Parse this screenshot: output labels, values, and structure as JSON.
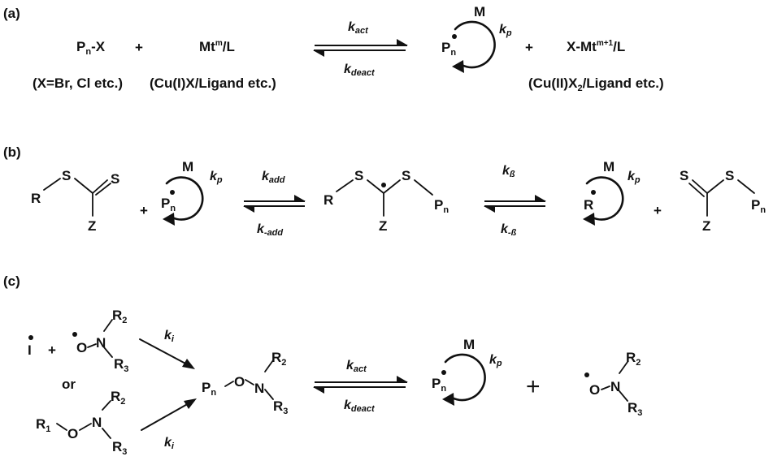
{
  "panel_a": {
    "label": "(a)",
    "reactant": "P",
    "reactant_sub": "n",
    "reactant_tail": "-X",
    "reactant_note": "(X=Br, Cl etc.)",
    "plus1": "+",
    "catalyst": "Mt",
    "catalyst_sup": "m",
    "catalyst_tail": "/L",
    "catalyst_note": "(Cu(I)X/Ligand etc.)",
    "k_forward": "k",
    "k_forward_sub": "act",
    "k_backward": "k",
    "k_backward_sub": "deact",
    "monomer": "M",
    "radical": "P",
    "radical_sub": "n",
    "kp": "k",
    "kp_sub": "p",
    "plus2": "+",
    "deactivator_head": "X-Mt",
    "deactivator_sup": "m+1",
    "deactivator_tail": "/L",
    "deactivator_note_head": "(Cu(II)X",
    "deactivator_note_sub": "2",
    "deactivator_note_tail": "/Ligand etc.)"
  },
  "panel_b": {
    "label": "(b)",
    "cta_r": "R",
    "cta_s1": "S",
    "cta_s2": "S",
    "cta_z": "Z",
    "plus1": "+",
    "monomer1": "M",
    "radical1": "P",
    "radical1_sub": "n",
    "kp1": "k",
    "kp1_sub": "p",
    "k_add": "k",
    "k_add_sub": "add",
    "k_minus_add": "k",
    "k_minus_add_sub": "-add",
    "int_r": "R",
    "int_s1": "S",
    "int_s2": "S",
    "int_z": "Z",
    "int_p": "P",
    "int_p_sub": "n",
    "k_beta": "k",
    "k_beta_sub": "ß",
    "k_minus_beta": "k",
    "k_minus_beta_sub": "-ß",
    "monomer2": "M",
    "radical2": "R",
    "kp2": "k",
    "kp2_sub": "p",
    "plus2": "+",
    "prod_s1": "S",
    "prod_s2": "S",
    "prod_z": "Z",
    "prod_p": "P",
    "prod_p_sub": "n"
  },
  "panel_c": {
    "label": "(c)",
    "initiator": "I",
    "plus1": "+",
    "nit1_o": "O",
    "nit1_n": "N",
    "nit1_r2": "R",
    "nit1_r2_sub": "2",
    "nit1_r3": "R",
    "nit1_r3_sub": "3",
    "or": "or",
    "alk_r1": "R",
    "alk_r1_sub": "1",
    "alk_o": "O",
    "alk_n": "N",
    "alk_r2": "R",
    "alk_r2_sub": "2",
    "alk_r3": "R",
    "alk_r3_sub": "3",
    "ki_top": "k",
    "ki_top_sub": "i",
    "ki_bottom": "k",
    "ki_bottom_sub": "i",
    "dorm_p": "P",
    "dorm_p_sub": "n",
    "dorm_o": "O",
    "dorm_n": "N",
    "dorm_r2": "R",
    "dorm_r2_sub": "2",
    "dorm_r3": "R",
    "dorm_r3_sub": "3",
    "k_forward": "k",
    "k_forward_sub": "act",
    "k_backward": "k",
    "k_backward_sub": "deact",
    "monomer": "M",
    "radical": "P",
    "radical_sub": "n",
    "kp": "k",
    "kp_sub": "p",
    "plus2": "+",
    "nit2_o": "O",
    "nit2_n": "N",
    "nit2_r2": "R",
    "nit2_r2_sub": "2",
    "nit2_r3": "R",
    "nit2_r3_sub": "3"
  }
}
